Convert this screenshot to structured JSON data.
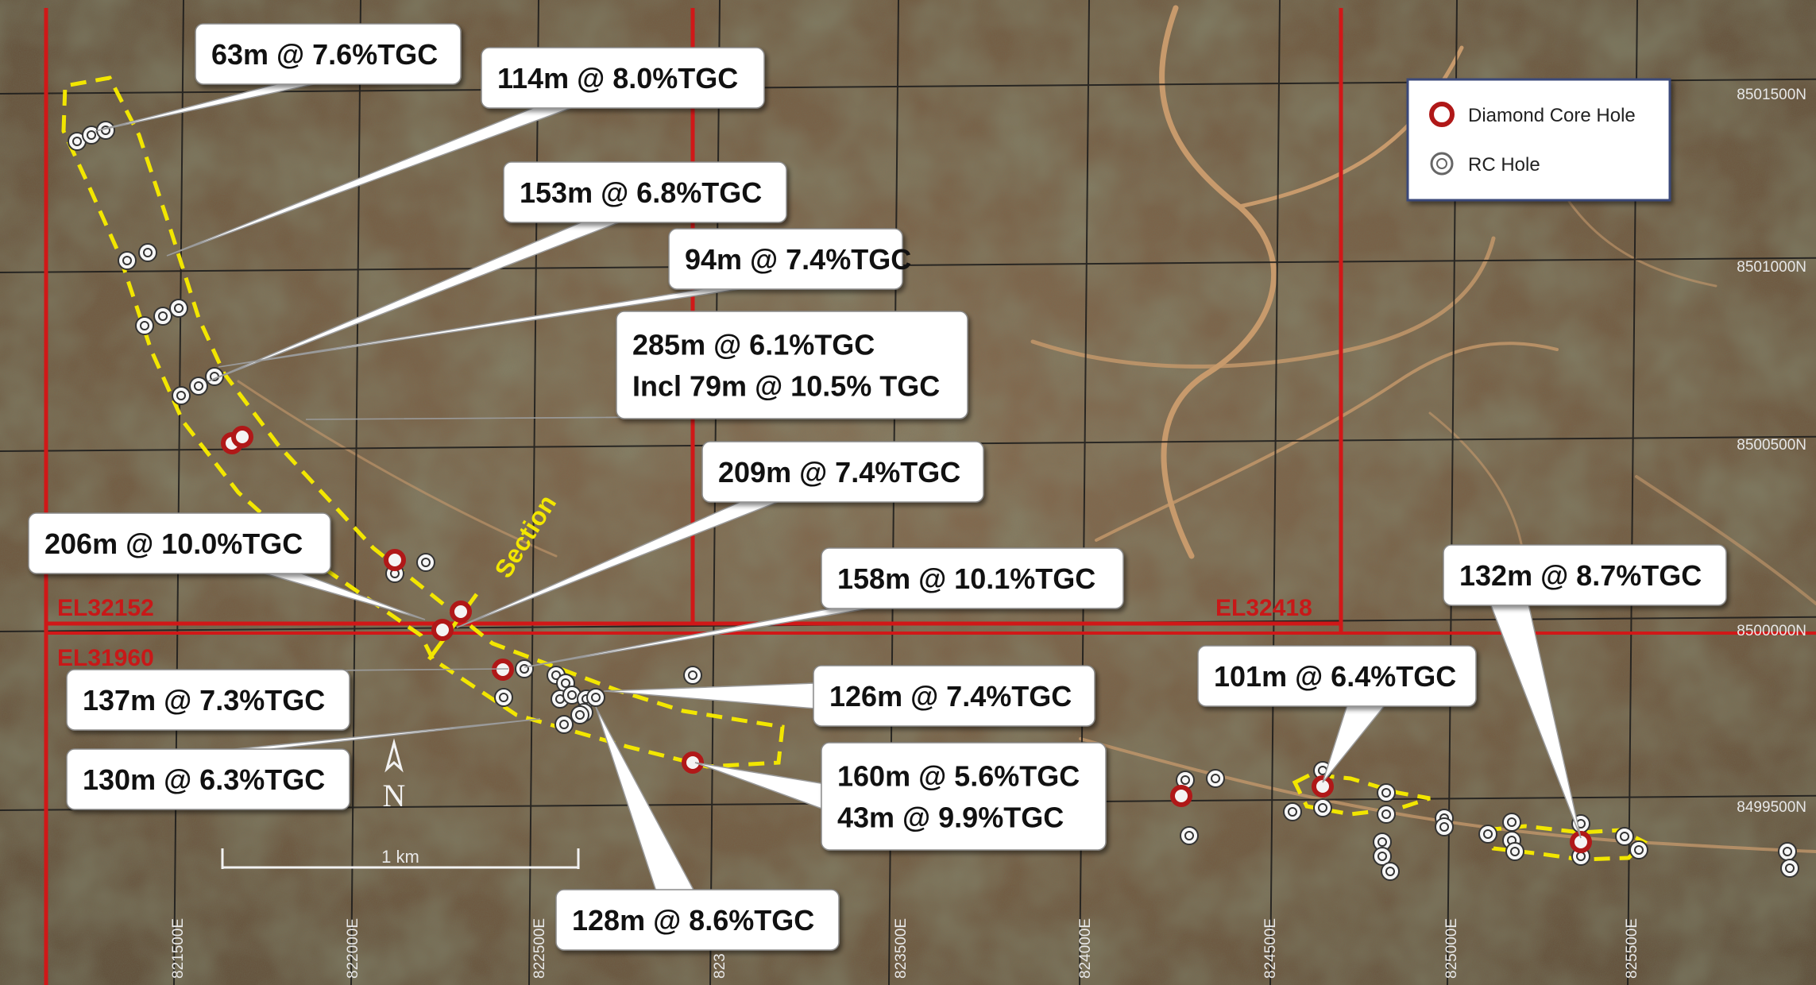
{
  "legend": {
    "items": [
      {
        "label": "Diamond Core Hole",
        "symbol": "diamond-core-hole-icon",
        "color": "#b01818"
      },
      {
        "label": "RC Hole",
        "symbol": "rc-hole-icon",
        "color": "#ffffff"
      }
    ]
  },
  "northings": [
    "8501500N",
    "8501000N",
    "8500500N",
    "8500000N",
    "8499500N"
  ],
  "eastings": [
    "821500E",
    "822000E",
    "822500E",
    "823",
    "823500E",
    "824000E",
    "824500E",
    "825000E",
    "825500E"
  ],
  "tenements": [
    "EL32152",
    "EL31960",
    "EL32418"
  ],
  "section_label": "Section",
  "scale_bar": {
    "label": "1 km"
  },
  "north_arrow": {
    "label": "N"
  },
  "callouts": [
    {
      "id": "c1",
      "lines": [
        "63m @ 7.6%TGC"
      ]
    },
    {
      "id": "c2",
      "lines": [
        "114m @ 8.0%TGC"
      ]
    },
    {
      "id": "c3",
      "lines": [
        "153m @ 6.8%TGC"
      ]
    },
    {
      "id": "c4",
      "lines": [
        "94m @ 7.4%TGC"
      ]
    },
    {
      "id": "c5",
      "lines": [
        "285m @ 6.1%TGC",
        "Incl 79m @ 10.5% TGC"
      ]
    },
    {
      "id": "c6",
      "lines": [
        "209m @ 7.4%TGC"
      ]
    },
    {
      "id": "c7",
      "lines": [
        "206m @ 10.0%TGC"
      ]
    },
    {
      "id": "c8",
      "lines": [
        "158m @ 10.1%TGC"
      ]
    },
    {
      "id": "c9",
      "lines": [
        "137m @ 7.3%TGC"
      ]
    },
    {
      "id": "c10",
      "lines": [
        "126m @ 7.4%TGC"
      ]
    },
    {
      "id": "c11",
      "lines": [
        "130m @ 6.3%TGC"
      ]
    },
    {
      "id": "c12",
      "lines": [
        "160m @ 5.6%TGC",
        "43m @ 9.9%TGC"
      ]
    },
    {
      "id": "c13",
      "lines": [
        "128m @ 8.6%TGC"
      ]
    },
    {
      "id": "c14",
      "lines": [
        "101m @ 6.4%TGC"
      ]
    },
    {
      "id": "c15",
      "lines": [
        "132m @ 8.7%TGC"
      ]
    }
  ],
  "colors": {
    "grid": "#1a1a1a",
    "tenement_boundary": "#d01818",
    "prospect_outline": "#f2e600",
    "diamond_core": "#b01818",
    "rc_hole": "#ffffff"
  }
}
